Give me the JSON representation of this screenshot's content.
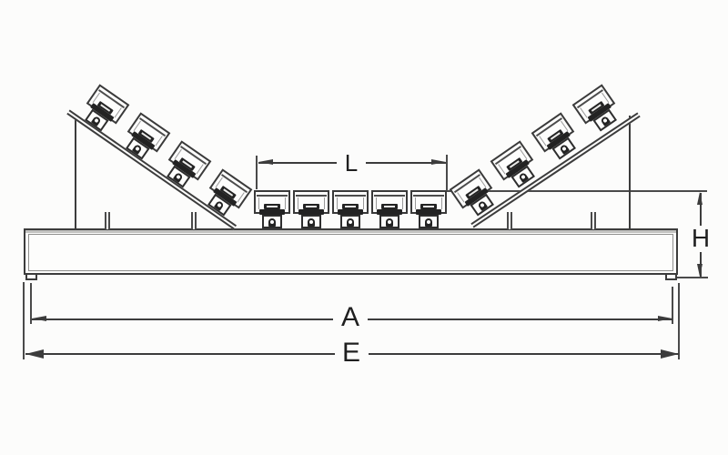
{
  "diagram": {
    "type": "technical-line-drawing",
    "subject": "troughed-belt-conveyor-impact-idler-set-front-elevation",
    "labels": {
      "l": "L",
      "h": "H",
      "a": "A",
      "e": "E"
    },
    "rollers": {
      "left_count": 4,
      "center_count": 5,
      "right_count": 4
    },
    "colors": {
      "line": "#3c3c3c",
      "line_light": "#8f8f8d",
      "part_dark": "#232323",
      "background": "#fcfcfb"
    }
  }
}
